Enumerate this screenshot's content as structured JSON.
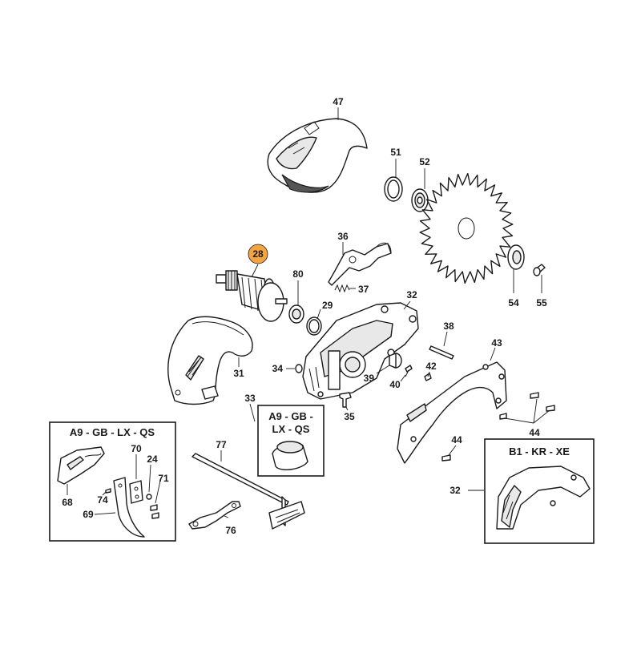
{
  "diagram": {
    "highlight_color": "#f5a442",
    "line_color": "#1a1a1a",
    "highlighted_part": "28"
  },
  "callouts": {
    "c47": "47",
    "c51": "51",
    "c52": "52",
    "c36": "36",
    "c28": "28",
    "c80": "80",
    "c37": "37",
    "c29": "29",
    "c54": "54",
    "c55": "55",
    "c32a": "32",
    "c38": "38",
    "c31": "31",
    "c34": "34",
    "c42": "42",
    "c43": "43",
    "c39": "39",
    "c40": "40",
    "c33": "33",
    "c35": "35",
    "c44a": "44",
    "c44b": "44",
    "c77": "77",
    "c70": "70",
    "c24": "24",
    "c71": "71",
    "c74": "74",
    "c68": "68",
    "c69": "69",
    "c76": "76",
    "c32b": "32"
  },
  "boxes": {
    "left": {
      "title": "A9 - GB - LX - QS"
    },
    "middle": {
      "title_line1": "A9 - GB -",
      "title_line2": "LX - QS"
    },
    "right": {
      "title": "B1 - KR - XE"
    }
  }
}
